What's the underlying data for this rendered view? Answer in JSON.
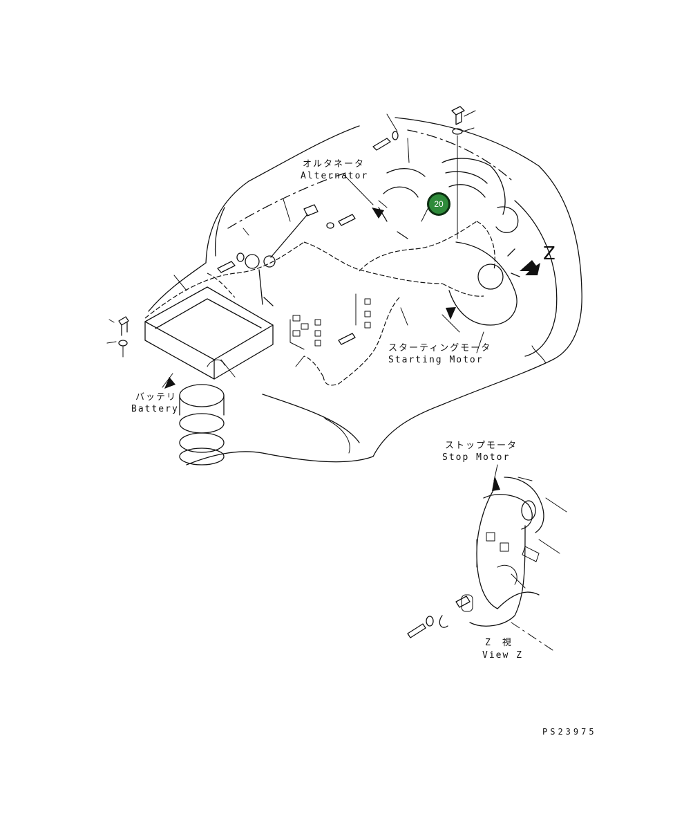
{
  "callout": {
    "number": "20",
    "color": "#2e8b3a",
    "border_color": "#0d2f12"
  },
  "labels": {
    "alternator_jp": "オルタネータ",
    "alternator_en": "Alternator",
    "starting_motor_jp": "スターティングモータ",
    "starting_motor_en": "Starting Motor",
    "battery_jp": "バッテリ",
    "battery_en": "Battery",
    "stop_motor_jp": "ストップモータ",
    "stop_motor_en": "Stop Motor",
    "view_z_jp": "Z　視",
    "view_z_en": "View Z",
    "z_marker": "Z",
    "drawing_number": "PS23975"
  }
}
